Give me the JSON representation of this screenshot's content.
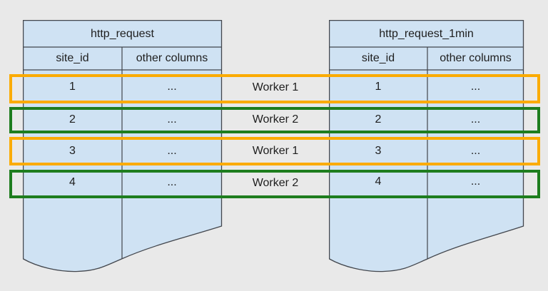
{
  "scene": {
    "tables": [
      {
        "title": "http_request",
        "columns": [
          "site_id",
          "other columns"
        ],
        "rows": [
          [
            "1",
            "..."
          ],
          [
            "2",
            "..."
          ],
          [
            "3",
            "..."
          ],
          [
            "4",
            "..."
          ]
        ]
      },
      {
        "title": "http_request_1min",
        "columns": [
          "site_id",
          "other columns"
        ],
        "rows": [
          [
            "1",
            "..."
          ],
          [
            "2",
            "..."
          ],
          [
            "3",
            "..."
          ],
          [
            "4",
            "..."
          ]
        ]
      }
    ],
    "worker_labels": [
      "Worker 1",
      "Worker 2",
      "Worker 1",
      "Worker 2"
    ],
    "colors": {
      "background": "#e9e9e9",
      "table_fill": "#cfe2f3",
      "table_stroke": "#42464d",
      "worker1_highlight": "#fbab00",
      "worker2_highlight": "#1e7d1e",
      "text_color": "#1e1e1e"
    }
  }
}
